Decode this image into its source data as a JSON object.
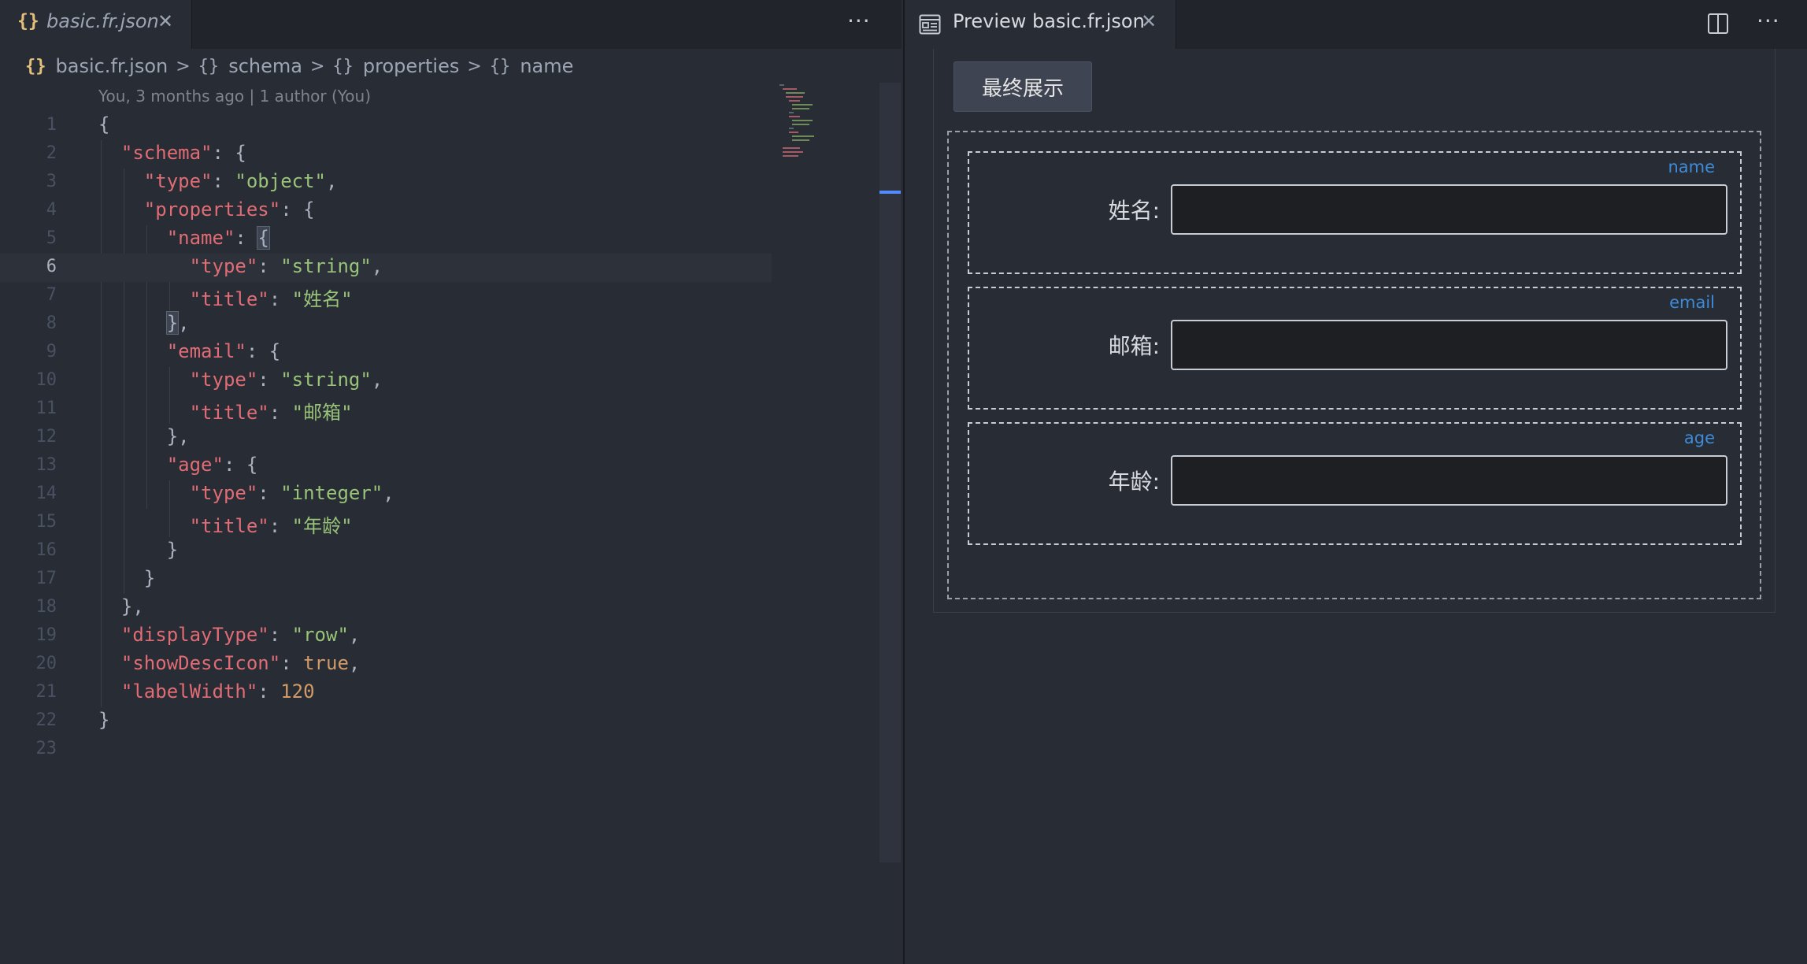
{
  "left_tab": {
    "icon": "{}",
    "title": "basic.fr.json",
    "close": "✕"
  },
  "left_more": "···",
  "right_tab": {
    "title": "Preview basic.fr.json",
    "close": "✕"
  },
  "right_more": "···",
  "breadcrumb": {
    "file": "basic.fr.json",
    "items": [
      "schema",
      "properties",
      "name"
    ],
    "braces": "{}",
    "sep": ">"
  },
  "blame": "You, 3 months ago | 1 author (You)",
  "code_lines": [
    {
      "n": "1"
    },
    {
      "n": "2"
    },
    {
      "n": "3"
    },
    {
      "n": "4"
    },
    {
      "n": "5"
    },
    {
      "n": "6"
    },
    {
      "n": "7"
    },
    {
      "n": "8"
    },
    {
      "n": "9"
    },
    {
      "n": "10"
    },
    {
      "n": "11"
    },
    {
      "n": "12"
    },
    {
      "n": "13"
    },
    {
      "n": "14"
    },
    {
      "n": "15"
    },
    {
      "n": "16"
    },
    {
      "n": "17"
    },
    {
      "n": "18"
    },
    {
      "n": "19"
    },
    {
      "n": "20"
    },
    {
      "n": "21"
    },
    {
      "n": "22"
    },
    {
      "n": "23"
    }
  ],
  "code": {
    "schema": "\"schema\"",
    "type": "\"type\"",
    "object": "\"object\"",
    "properties": "\"properties\"",
    "name": "\"name\"",
    "string": "\"string\"",
    "title": "\"title\"",
    "title_name": "\"姓名\"",
    "email": "\"email\"",
    "title_email": "\"邮箱\"",
    "age": "\"age\"",
    "integer": "\"integer\"",
    "title_age": "\"年龄\"",
    "displayType": "\"displayType\"",
    "row": "\"row\"",
    "showDescIcon": "\"showDescIcon\"",
    "true": "true",
    "labelWidth": "\"labelWidth\"",
    "labelWidth_value": "120"
  },
  "preview": {
    "button_label": "最终展示",
    "fields": [
      {
        "key": "name",
        "label": "姓名:"
      },
      {
        "key": "email",
        "label": "邮箱:"
      },
      {
        "key": "age",
        "label": "年龄:"
      }
    ]
  },
  "colors": {
    "background": "#282c34",
    "key": "#e06c75",
    "string": "#98c379",
    "number": "#d19a66",
    "field_key": "#3d8bd9"
  }
}
